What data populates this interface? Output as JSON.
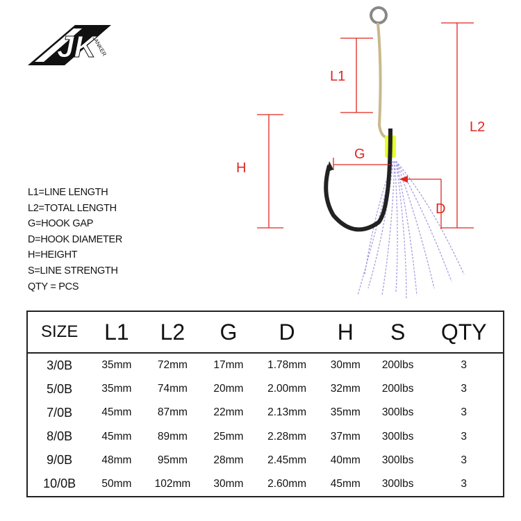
{
  "brand": {
    "logo_text": "JK",
    "logo_subtext": "JANKER"
  },
  "dimensions": {
    "L1": "L1",
    "L2": "L2",
    "G": "G",
    "D": "D",
    "H": "H"
  },
  "legend": [
    "L1=LINE LENGTH",
    "L2=TOTAL LENGTH",
    "G=HOOK GAP",
    "D=HOOK DIAMETER",
    "H=HEIGHT",
    "S=LINE STRENGTH",
    "QTY = PCS"
  ],
  "colors": {
    "dimension_lines": "#e0261f",
    "sleeve": "#e8ff2a",
    "tinsel": "#9c8fd6"
  },
  "table": {
    "headers": [
      "SIZE",
      "L1",
      "L2",
      "G",
      "D",
      "H",
      "S",
      "QTY"
    ],
    "rows": [
      [
        "3/0B",
        "35mm",
        "72mm",
        "17mm",
        "1.78mm",
        "30mm",
        "200lbs",
        "3"
      ],
      [
        "5/0B",
        "35mm",
        "74mm",
        "20mm",
        "2.00mm",
        "32mm",
        "200lbs",
        "3"
      ],
      [
        "7/0B",
        "45mm",
        "87mm",
        "22mm",
        "2.13mm",
        "35mm",
        "300lbs",
        "3"
      ],
      [
        "8/0B",
        "45mm",
        "89mm",
        "25mm",
        "2.28mm",
        "37mm",
        "300lbs",
        "3"
      ],
      [
        "9/0B",
        "48mm",
        "95mm",
        "28mm",
        "2.45mm",
        "40mm",
        "300lbs",
        "3"
      ],
      [
        "10/0B",
        "50mm",
        "102mm",
        "30mm",
        "2.60mm",
        "45mm",
        "300lbs",
        "3"
      ]
    ]
  }
}
